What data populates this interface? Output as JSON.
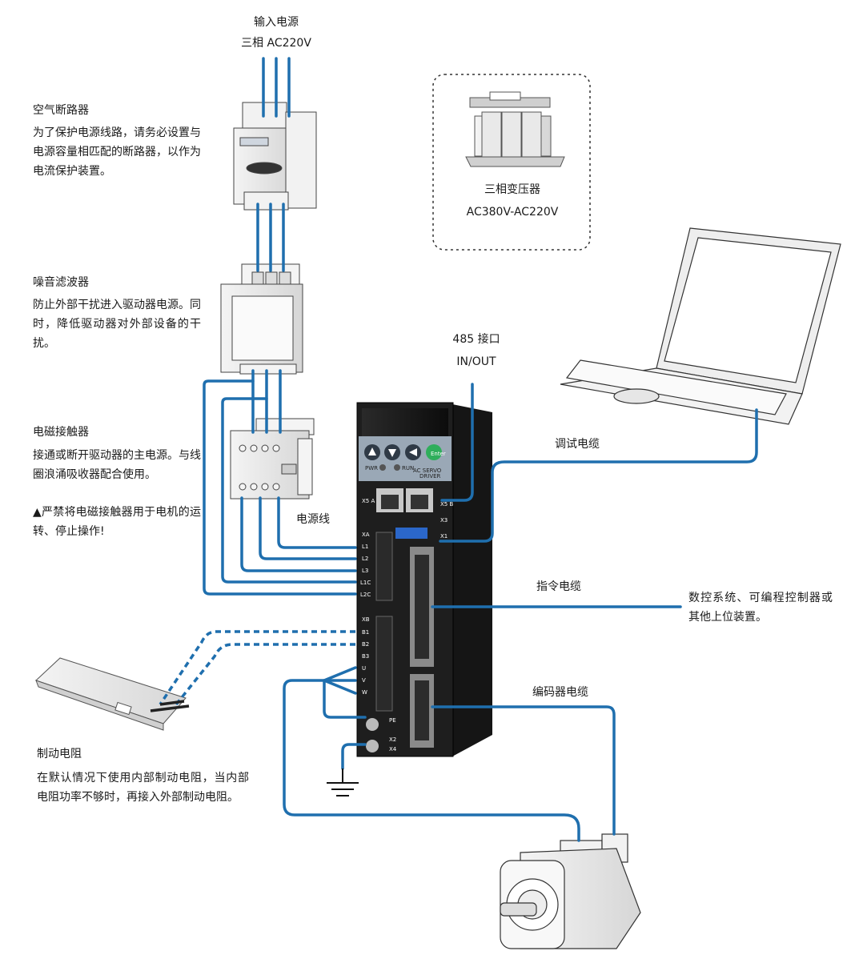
{
  "power_input": {
    "title": "输入电源",
    "spec": "三相 AC220V"
  },
  "breaker": {
    "title": "空气断路器",
    "desc": "为了保护电源线路，请务必设置与电源容量相匹配的断路器，以作为电流保护装置。"
  },
  "filter": {
    "title": "噪音滤波器",
    "desc": "防止外部干扰进入驱动器电源。同时，降低驱动器对外部设备的干扰。"
  },
  "contactor": {
    "title": "电磁接触器",
    "desc": "接通或断开驱动器的主电源。与线圈浪涌吸收器配合使用。",
    "warning": "▲严禁将电磁接触器用于电机的运转、停止操作!"
  },
  "power_line": "电源线",
  "transformer": {
    "title": "三相变压器",
    "spec": "AC380V-AC220V"
  },
  "rs485": {
    "title": "485 接口",
    "sub": "IN/OUT"
  },
  "debug_cable": "调试电缆",
  "command_cable": "指令电缆",
  "host": "数控系统、可编程控制器或其他上位装置。",
  "encoder_cable": "编码器电缆",
  "brake_resistor": {
    "title": "制动电阻",
    "desc": "在默认情况下使用内部制动电阻，当内部电阻功率不够时，再接入外部制动电阻。"
  },
  "driver": {
    "buttons": [
      "Enter"
    ],
    "pwr": "PWR",
    "run": "RUN",
    "brand_line1": "AC SERVO",
    "brand_line2": "DRIVER",
    "port_labels": {
      "x5a": "X5 A",
      "x5b": "X5 B",
      "x3": "X3",
      "x1": "X1",
      "xa": "XA",
      "l1": "L1",
      "l2": "L2",
      "l3": "L3",
      "l1c": "L1C",
      "l2c": "L2C",
      "xb": "XB",
      "b1": "B1",
      "b2": "B2",
      "b3": "B3",
      "u": "U",
      "v": "V",
      "w": "W",
      "pe": "PE",
      "x2": "X2",
      "x4": "X4"
    }
  },
  "colors": {
    "cable": "#1f6fae",
    "driver_body": "#1e1e1e",
    "panel": "#9aa8b6"
  }
}
